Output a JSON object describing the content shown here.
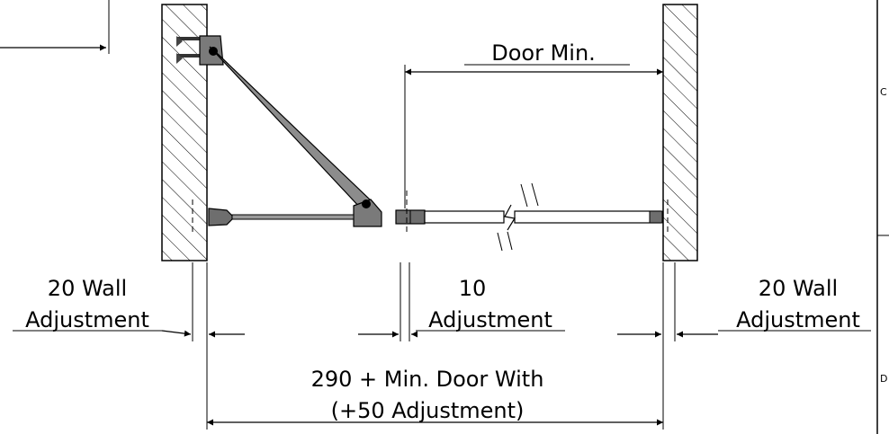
{
  "labels": {
    "door_min": "Door Min.",
    "wall_adj_left_line1": "20 Wall",
    "wall_adj_left_line2": "Adjustment",
    "center_adj_line1": "10",
    "center_adj_line2": "Adjustment",
    "wall_adj_right_line1": "20 Wall",
    "wall_adj_right_line2": "Adjustment",
    "overall_line1": "290 + Min. Door With",
    "overall_line2": "(+50 Adjustment)"
  },
  "border_zone_labels": {
    "zone_c": "C",
    "zone_d": "D"
  }
}
